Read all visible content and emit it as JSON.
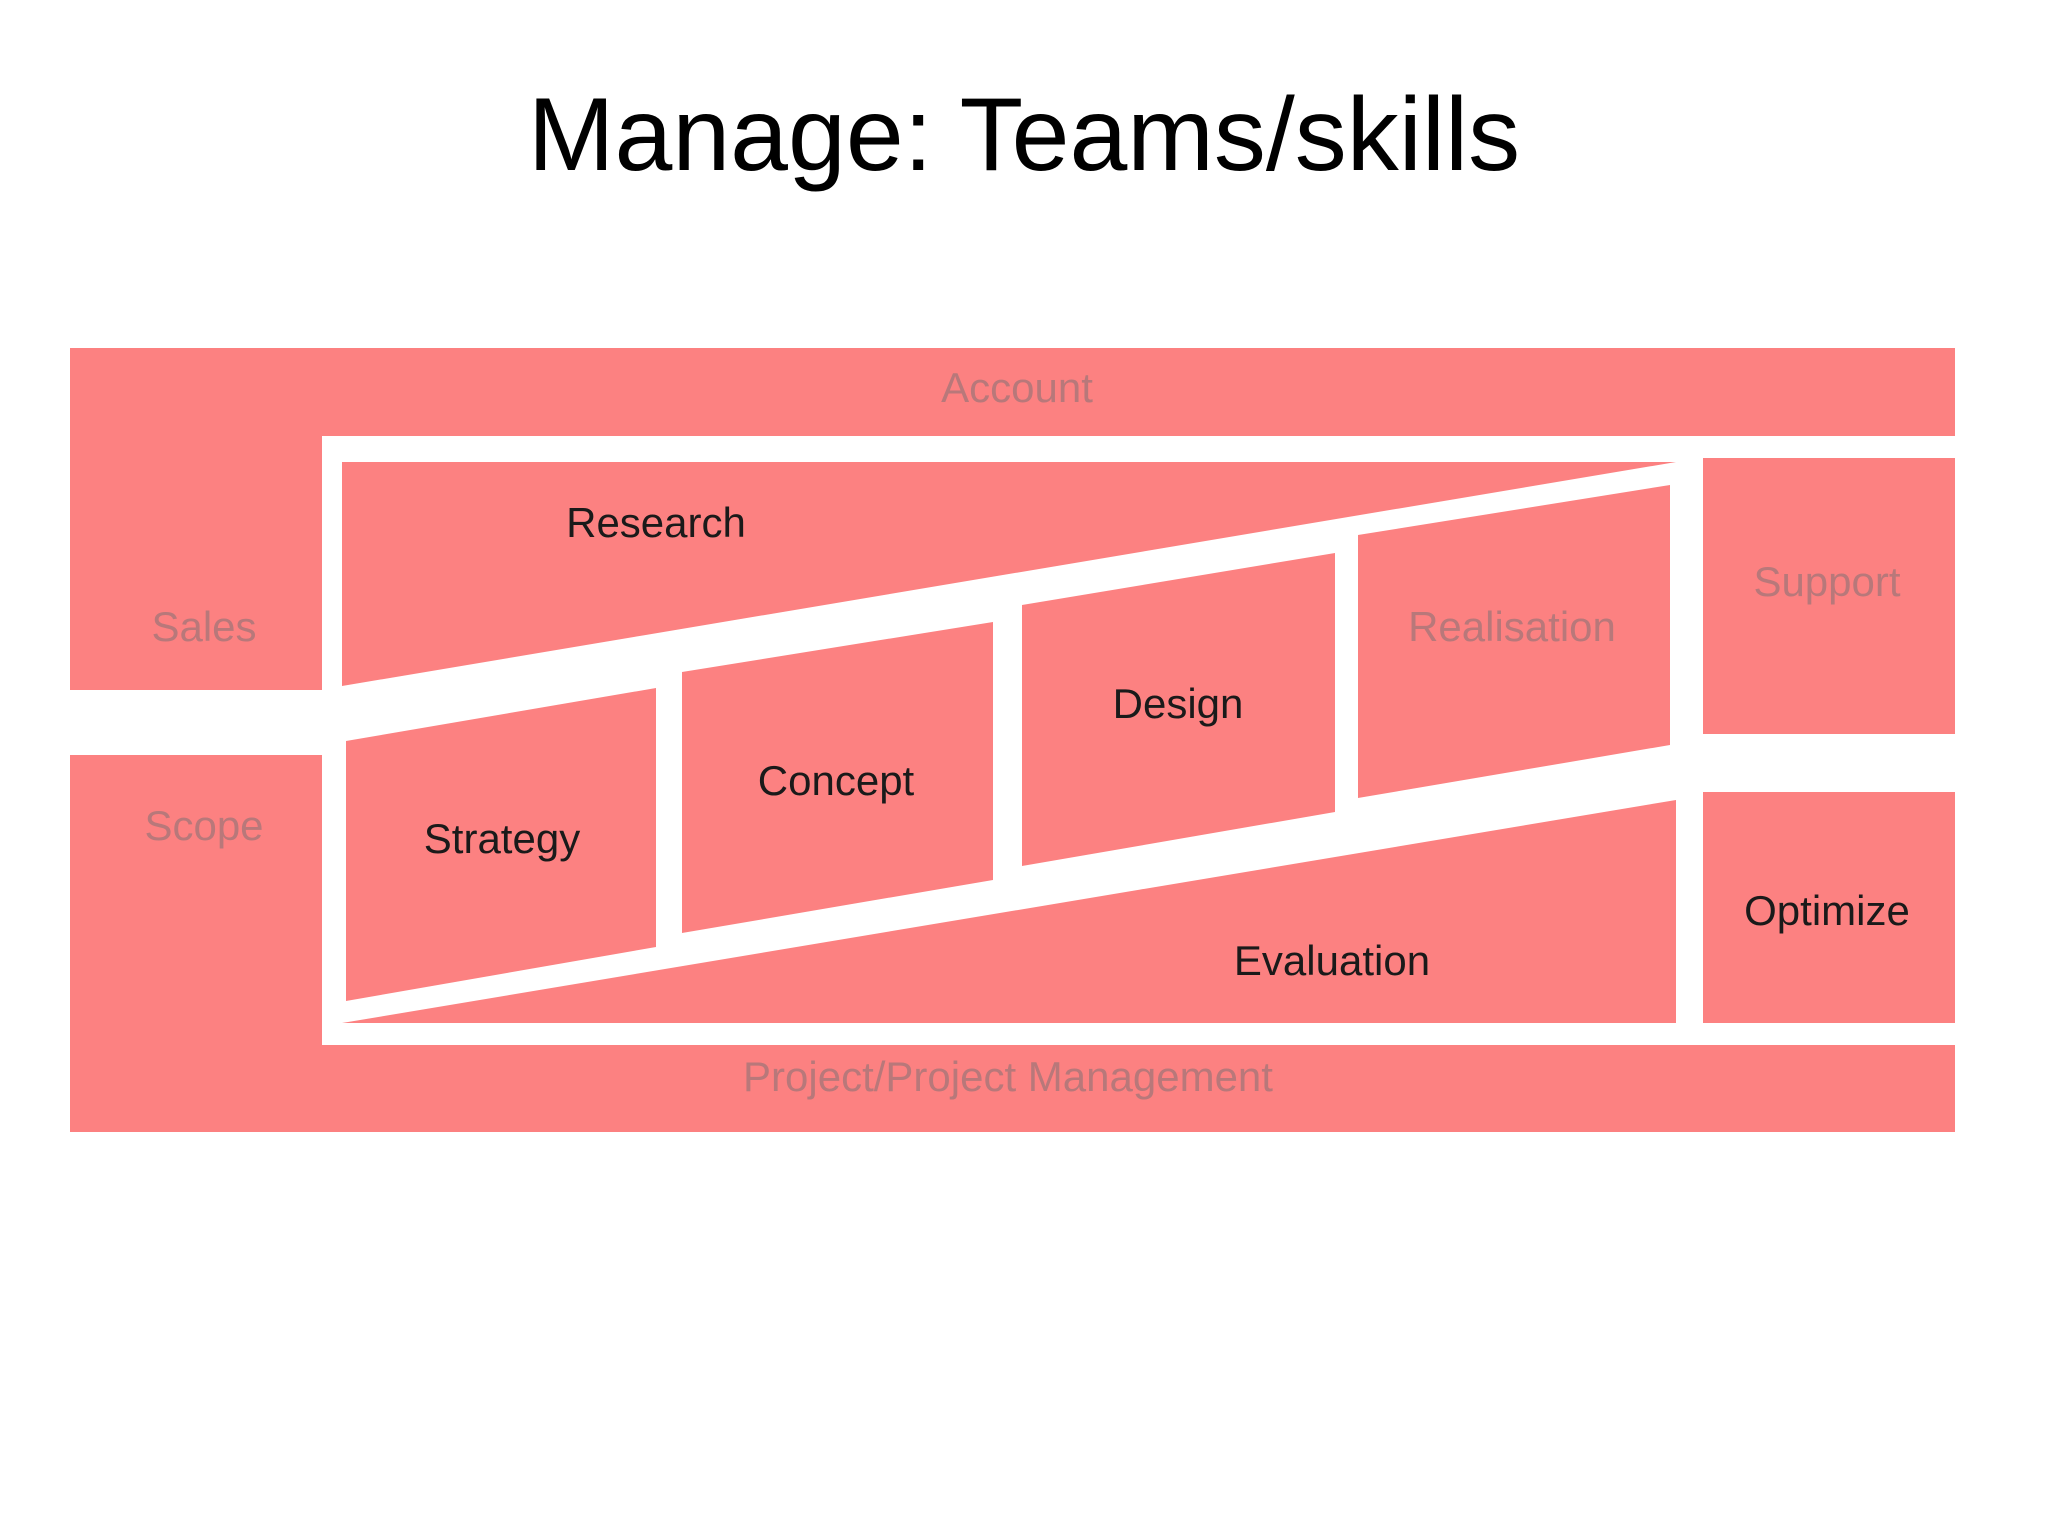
{
  "title": "Manage: Teams/skills",
  "colors": {
    "block": "#fc8181",
    "active_text": "#1a1a1a",
    "muted_text": "#b8787a",
    "background": "#ffffff"
  },
  "blocks": {
    "account": "Account",
    "sales": "Sales",
    "scope": "Scope",
    "research": "Research",
    "strategy": "Strategy",
    "concept": "Concept",
    "design": "Design",
    "realisation": "Realisation",
    "evaluation": "Evaluation",
    "support": "Support",
    "optimize": "Optimize",
    "project_management": "Project/Project Management"
  }
}
